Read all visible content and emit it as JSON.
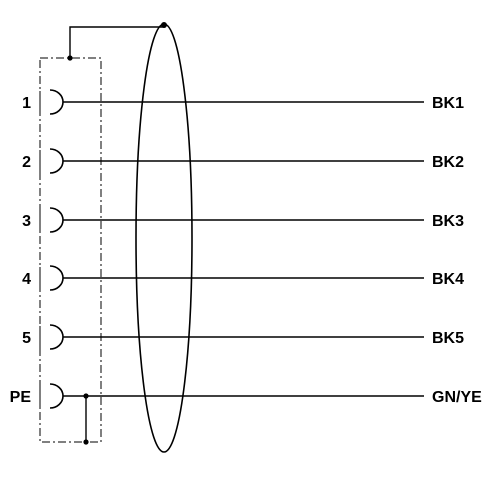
{
  "diagram": {
    "pins": [
      {
        "label": "1",
        "wire": "BK1"
      },
      {
        "label": "2",
        "wire": "BK2"
      },
      {
        "label": "3",
        "wire": "BK3"
      },
      {
        "label": "4",
        "wire": "BK4"
      },
      {
        "label": "5",
        "wire": "BK5"
      },
      {
        "label": "PE",
        "wire": "GN/YE"
      }
    ],
    "line_color": "#000000",
    "background": "#ffffff"
  }
}
